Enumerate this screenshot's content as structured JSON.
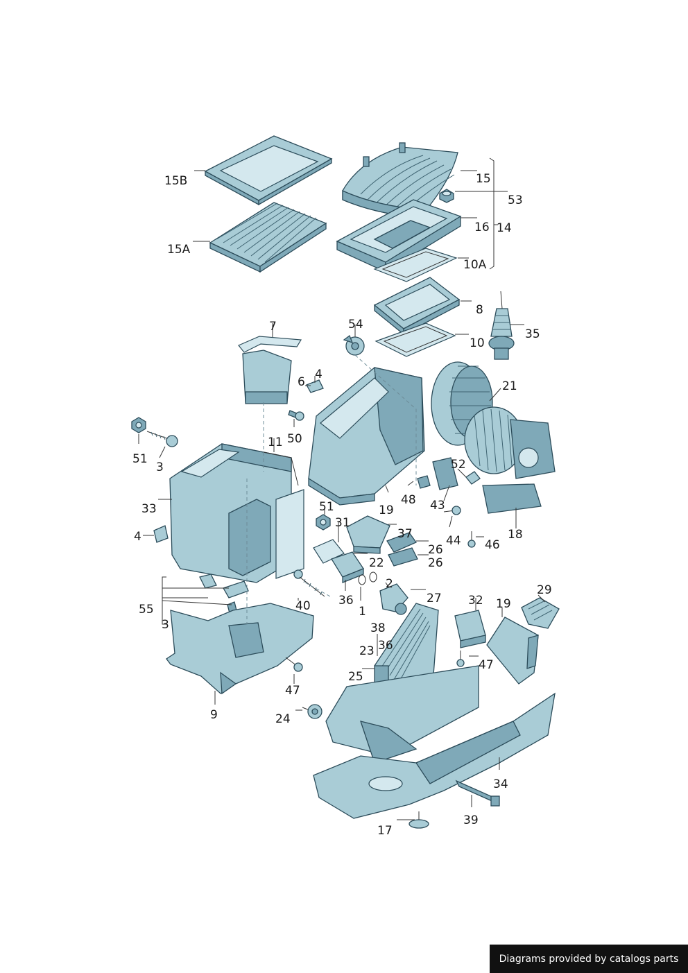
{
  "callouts": [
    {
      "id": "c15B",
      "text": "15B"
    },
    {
      "id": "c15",
      "text": "15"
    },
    {
      "id": "c53",
      "text": "53"
    },
    {
      "id": "c16",
      "text": "16"
    },
    {
      "id": "c14",
      "text": "14"
    },
    {
      "id": "c15A",
      "text": "15A"
    },
    {
      "id": "c10A",
      "text": "10A"
    },
    {
      "id": "c8",
      "text": "8"
    },
    {
      "id": "c10",
      "text": "10"
    },
    {
      "id": "c7",
      "text": "7"
    },
    {
      "id": "c54",
      "text": "54"
    },
    {
      "id": "c35",
      "text": "35"
    },
    {
      "id": "c4a",
      "text": "4"
    },
    {
      "id": "c6",
      "text": "6"
    },
    {
      "id": "c21",
      "text": "21"
    },
    {
      "id": "c51a",
      "text": "51"
    },
    {
      "id": "c3a",
      "text": "3"
    },
    {
      "id": "c50",
      "text": "50"
    },
    {
      "id": "c11",
      "text": "11"
    },
    {
      "id": "c52",
      "text": "52"
    },
    {
      "id": "c33",
      "text": "33"
    },
    {
      "id": "c48",
      "text": "48"
    },
    {
      "id": "c19a",
      "text": "19"
    },
    {
      "id": "c43",
      "text": "43"
    },
    {
      "id": "c51b",
      "text": "51"
    },
    {
      "id": "c31",
      "text": "31"
    },
    {
      "id": "c4b",
      "text": "4"
    },
    {
      "id": "c37",
      "text": "37"
    },
    {
      "id": "c44",
      "text": "44"
    },
    {
      "id": "c46",
      "text": "46"
    },
    {
      "id": "c18",
      "text": "18"
    },
    {
      "id": "c26a",
      "text": "26"
    },
    {
      "id": "c22",
      "text": "22"
    },
    {
      "id": "c26b",
      "text": "26"
    },
    {
      "id": "c2",
      "text": "2"
    },
    {
      "id": "c27",
      "text": "27"
    },
    {
      "id": "c36a",
      "text": "36"
    },
    {
      "id": "c32",
      "text": "32"
    },
    {
      "id": "c19b",
      "text": "19"
    },
    {
      "id": "c29",
      "text": "29"
    },
    {
      "id": "c55",
      "text": "55"
    },
    {
      "id": "c40",
      "text": "40"
    },
    {
      "id": "c1",
      "text": "1"
    },
    {
      "id": "c3b",
      "text": "3"
    },
    {
      "id": "c38",
      "text": "38"
    },
    {
      "id": "c23",
      "text": "23"
    },
    {
      "id": "c36b",
      "text": "36"
    },
    {
      "id": "c47a",
      "text": "47"
    },
    {
      "id": "c25",
      "text": "25"
    },
    {
      "id": "c47b",
      "text": "47"
    },
    {
      "id": "c9",
      "text": "9"
    },
    {
      "id": "c24",
      "text": "24"
    },
    {
      "id": "c34",
      "text": "34"
    },
    {
      "id": "c39",
      "text": "39"
    },
    {
      "id": "c17",
      "text": "17"
    }
  ],
  "footer": {
    "text": "Diagrams provided by catalogs parts"
  },
  "colors": {
    "part": "#a9ccd6",
    "part_dark": "#7fa9b8",
    "outline": "#2c4c5a",
    "banner": "#111111"
  }
}
